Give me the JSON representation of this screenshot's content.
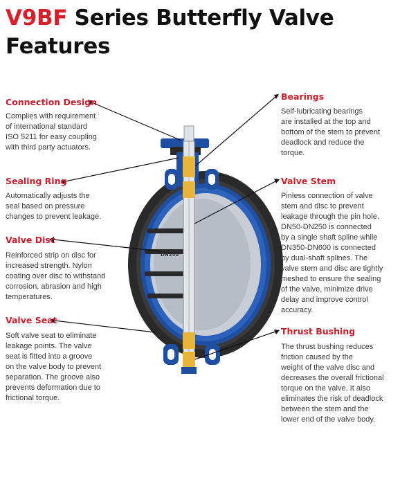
{
  "title": {
    "brand": "V9BF",
    "rest_line1": " Series Butterfly Valve",
    "line2": "Features"
  },
  "features": {
    "connection_design": {
      "heading": "Connection Design",
      "lines": [
        "Complies with requirement",
        "of international standard",
        "ISO 5211 for easy coupling",
        "with third party actuators."
      ]
    },
    "sealing_ring": {
      "heading": "Sealing Ring",
      "lines": [
        "Automatically adjusts the",
        "seal based on pressure",
        "changes to prevent leakage."
      ]
    },
    "valve_disc": {
      "heading": "Valve Disc",
      "lines": [
        "Reinforced strip on disc for",
        "increased strength. Nylon",
        "coating over disc to withstand",
        "corrosion, abrasion and high",
        "temperatures."
      ]
    },
    "valve_seat": {
      "heading": "Valve Seat",
      "lines": [
        "Soft valve seat to eliminate",
        "leakage points. The valve",
        "seat is fitted into a groove",
        "on the valve body to prevent",
        "separation. The groove also",
        "prevents deformation due to",
        "frictional torque."
      ]
    },
    "bearings": {
      "heading": "Bearings",
      "lines": [
        "Self-lubricating bearings",
        "are installed at the top and",
        "bottom of the stem to prevent",
        "deadlock and reduce the",
        "torque."
      ]
    },
    "valve_stem": {
      "heading": "Valve Stem",
      "lines": [
        "Pinless connection of valve",
        "stem and disc to prevent",
        "leakage through the pin hole.",
        "DN50-DN250 is connected",
        "by a single shaft spline while",
        "DN350-DN600 is connected",
        "by dual-shaft splines. The",
        "valve stem and disc are tightly",
        "meshed to ensure the sealing",
        "of the valve, minimize drive",
        "delay and improve control",
        "accuracy."
      ]
    },
    "thrust_bushing": {
      "heading": "Thrust Bushing",
      "lines": [
        "The thrust bushing reduces",
        "friction caused by the",
        "weight of the valve disc and",
        "decreases the overall frictional",
        "torque on the valve. It also",
        "eliminates the risk of deadlock",
        "between the stem and the",
        "lower end of the valve body."
      ]
    }
  },
  "disc_marking": "DN350",
  "colors": {
    "accent": "#c8202e",
    "body_blue": "#1f4fa3",
    "seat_black": "#2a2a2a",
    "bearing_yellow": "#e8b53a",
    "disc_grey": "#c9ced6"
  }
}
